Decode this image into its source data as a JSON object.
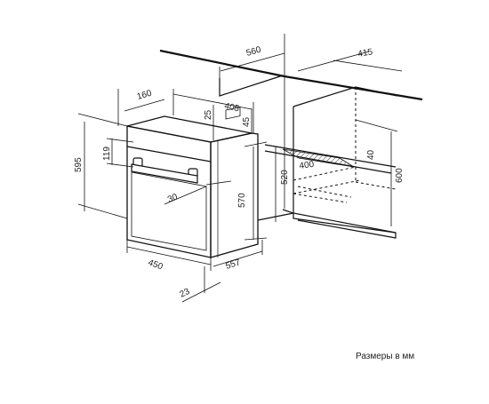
{
  "caption": "Размеры в мм",
  "dimensions": {
    "d560": "560",
    "d415": "415",
    "d160": "160",
    "d405": "405",
    "d25": "25",
    "d45": "45",
    "d595": "595",
    "d119": "119",
    "d30": "30",
    "d570": "570",
    "d520": "520",
    "d400": "400",
    "d40": "40",
    "d600": "600",
    "d450": "450",
    "d557": "557",
    "d23": "23"
  }
}
